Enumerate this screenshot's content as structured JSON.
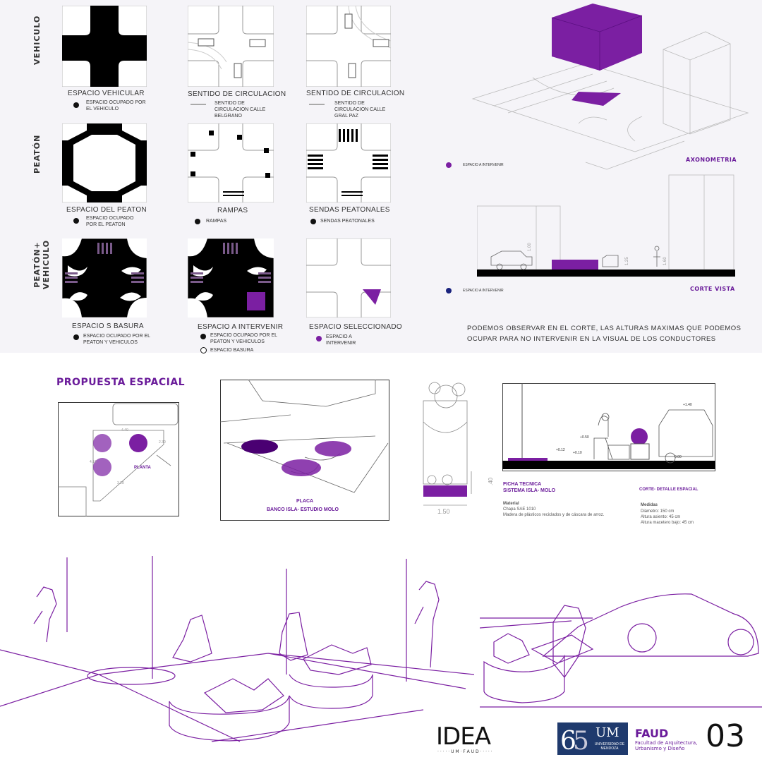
{
  "row_labels": [
    "VEHICULO",
    "PEATÓN",
    "PEATÓN+ VEHICULO"
  ],
  "grid": [
    {
      "title": "ESPACIO VEHICULAR",
      "legend": "ESPACIO OCUPADO POR EL VEHICULO",
      "legend_marker": "black-dot"
    },
    {
      "title": "SENTIDO DE CIRCULACION",
      "legend": "SENTIDO DE CIRCULACION CALLE BELGRANO",
      "legend_marker": "gray-line"
    },
    {
      "title": "SENTIDO DE CIRCULACION",
      "legend": "SENTIDO DE CIRCULACION CALLE GRAL PAZ",
      "legend_marker": "gray-line"
    },
    {
      "title": "ESPACIO DEL PEATON",
      "legend": "ESPACIO OCUPADO POR EL PEATON",
      "legend_marker": "black-dot"
    },
    {
      "title": "RAMPAS",
      "legend": "RAMPAS",
      "legend_marker": "black-dot"
    },
    {
      "title": "SENDAS PEATONALES",
      "legend": "SENDAS PEATONALES",
      "legend_marker": "black-dot"
    },
    {
      "title": "ESPACIO S BASURA",
      "legend": "ESPACIO OCUPADO POR EL PEATON Y VEHICULOS",
      "legend_marker": "black-dot"
    },
    {
      "title": "ESPACIO A INTERVENIR",
      "legend": "ESPACIO OCUPADO POR EL PEATON Y VEHICULOS",
      "legend2": "ESPACIO BASURA",
      "legend_marker": "black-dot"
    },
    {
      "title": "ESPACIO SELECCIONADO",
      "legend": "ESPACIO A INTERVENIR",
      "legend_marker": "purple-dot"
    }
  ],
  "axo": {
    "legend": "ESPACIO A INTERVENIR",
    "title": "AXONOMETRIA"
  },
  "corte": {
    "legend": "ESPACIO A INTERVENIR",
    "title": "CORTE VISTA",
    "h1": "1.00",
    "h2": "1.25",
    "h3": "1.60"
  },
  "note": "PODEMOS OBSERVAR EN EL CORTE, LAS ALTURAS MAXIMAS QUE PODEMOS OCUPAR PARA NO INTERVENIR EN LA VISUAL DE LOS CONDUCTORES",
  "propuesta": {
    "title": "PROPUESTA ESPACIAL",
    "planta_label": "PLANTA",
    "dim_a": "4.40",
    "dim_b": "2.30",
    "dim_c": "4.10",
    "dim_d": "3.28",
    "placa_title": "PLACA",
    "placa_sub": "BANCO ISLA- ESTUDIO MOLO",
    "detail_dim": "1.50",
    "detail_dim_v": ".40",
    "ficha_title": "FICHA TECNICA",
    "ficha_sub": "SISTEMA ISLA- MOLO",
    "material_label": "Material",
    "material_1": "Chapa SAE 1010",
    "material_2": "Madera de plásticos reciclados y de cáscara de arroz.",
    "corte_title": "CORTE- DETALLE ESPACIAL",
    "medidas_label": "Medidas",
    "medidas_1": "Diámetro: 150 cm",
    "medidas_2": "Altura asiento: 45 cm",
    "medidas_3": "Altura macetero bajo: 45 cm",
    "levels": [
      "+1.40",
      "+0.50",
      "+0.12",
      "+0.10",
      "0.00"
    ]
  },
  "footer": {
    "idea": "IDEA",
    "idea_sub": "· · · · · U M · F A U D · · · · ·",
    "um": "UM",
    "um_sub": "UNIVERSIDAD DE MENDOZA",
    "faud": "FAUD",
    "faud_sub1": "Facultad de Arquitectura,",
    "faud_sub2": "Urbanismo y Diseño",
    "page": "03"
  },
  "colors": {
    "purple": "#7b1fa2",
    "dark_purple": "#4a0072",
    "navy": "#1a237e"
  }
}
